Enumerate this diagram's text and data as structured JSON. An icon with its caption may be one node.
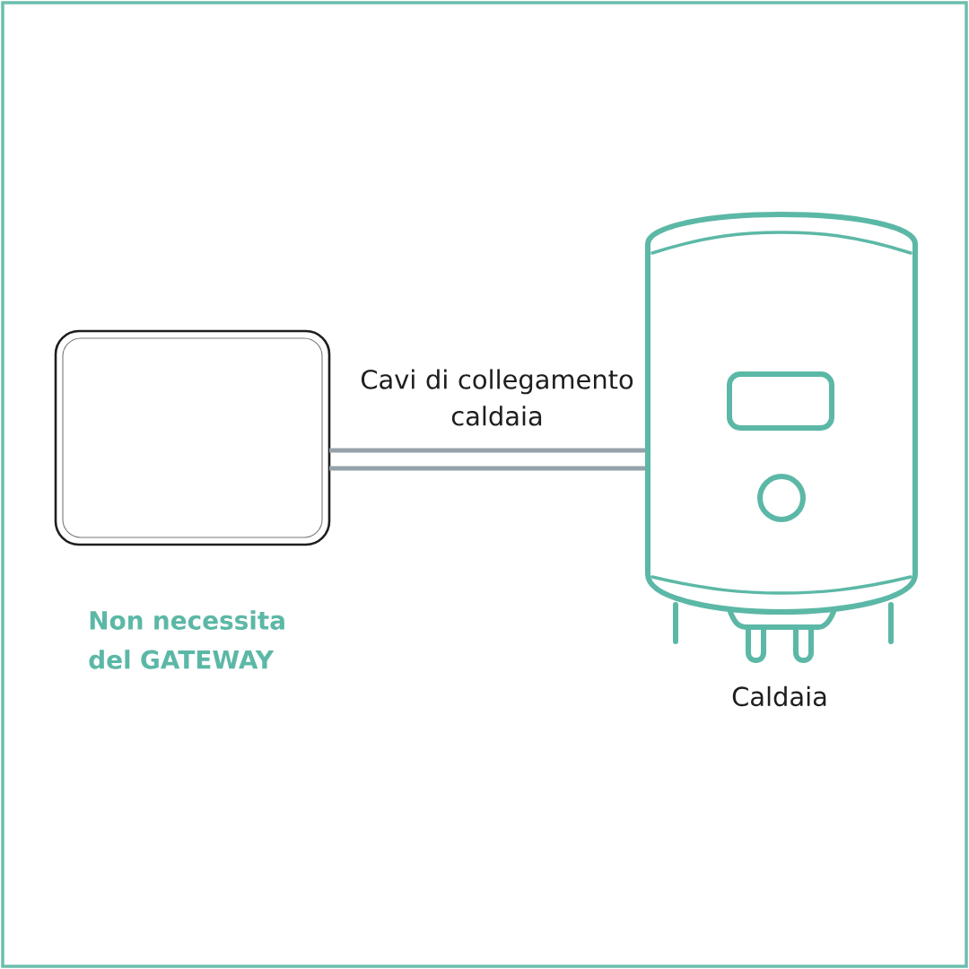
{
  "diagram": {
    "nodes": [
      {
        "text": [],
        "shape": "box"
      },
      {
        "text": [],
        "shape": "picture",
        "beside": [
          "Caldaia"
        ]
      }
    ],
    "edges": [
      {
        "from": 0,
        "to": 1,
        "arrow": "none",
        "label": "Cavi di collegamento caldaia"
      },
      {
        "from": 0,
        "to": 1,
        "arrow": "none"
      }
    ],
    "labels": [
      "Non necessita del GATEWAY"
    ]
  }
}
